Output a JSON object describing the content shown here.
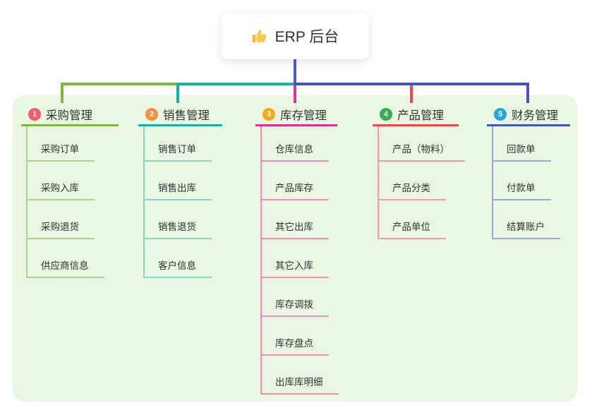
{
  "root": {
    "title": "ERP 后台",
    "icon": "thumbs-up-icon"
  },
  "branches": [
    {
      "num": "1",
      "label": "采购管理",
      "children": [
        "采购订单",
        "采购入库",
        "采购退货",
        "供应商信息"
      ]
    },
    {
      "num": "2",
      "label": "销售管理",
      "children": [
        "销售订单",
        "销售出库",
        "销售退货",
        "客户信息"
      ]
    },
    {
      "num": "3",
      "label": "库存管理",
      "children": [
        "仓库信息",
        "产品库存",
        "其它出库",
        "其它入库",
        "库存调拨",
        "库存盘点",
        "出库库明细"
      ]
    },
    {
      "num": "4",
      "label": "产品管理",
      "children": [
        "产品（物料）",
        "产品分类",
        "产品单位"
      ]
    },
    {
      "num": "5",
      "label": "财务管理",
      "children": [
        "回款单",
        "付款单",
        "结算账户"
      ]
    }
  ],
  "colors": {
    "badges": [
      "#f25b70",
      "#f98f40",
      "#f3ab18",
      "#2fb34f",
      "#27a6dc"
    ],
    "branch_lines": [
      "#7cb93e",
      "#13b3a3",
      "#e23092",
      "#f0484f",
      "#4055c8"
    ],
    "child_lines": [
      "#aad488",
      "#82d5c9",
      "#f08fc0",
      "#f79ca0",
      "#96a9e2"
    ],
    "root_connector": "#4d5cd2",
    "panel_background": "#e9f6e1"
  }
}
